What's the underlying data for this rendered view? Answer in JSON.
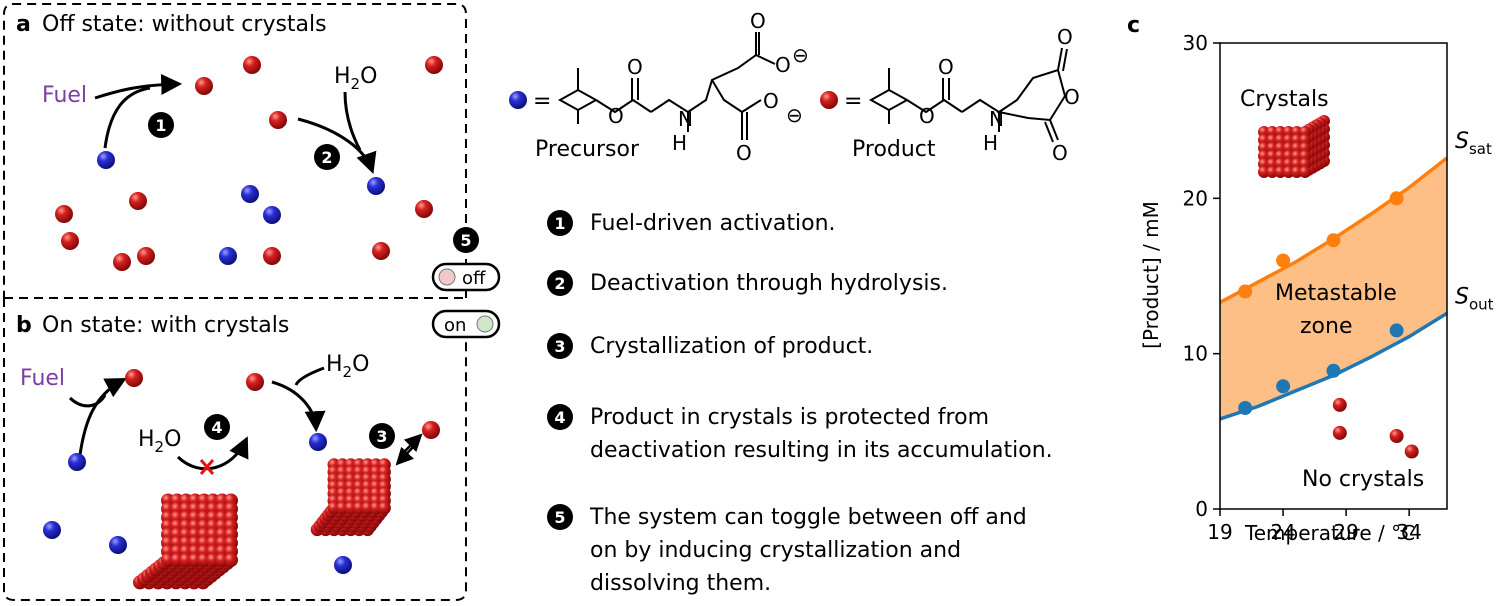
{
  "panel_a": {
    "letter": "a",
    "title": "Off state: without crystals",
    "fuel": "Fuel",
    "water": "H2O",
    "step1": "1",
    "step2": "2"
  },
  "panel_b": {
    "letter": "b",
    "title": "On state: with crystals",
    "fuel": "Fuel",
    "water1": "H2O",
    "water2": "H2O",
    "step3": "3",
    "step4": "4"
  },
  "toggle": {
    "step": "5",
    "off_label": "off",
    "on_label": "on"
  },
  "legend": {
    "equals": "=",
    "precursor": "Precursor",
    "product": "Product",
    "charge": "⊖",
    "atoms": {
      "O": "O",
      "N": "N",
      "H": "H"
    },
    "colors": {
      "precursor": "#2a2fbf",
      "product": "#c0161c"
    }
  },
  "steps": [
    {
      "num": "1",
      "lines": [
        "Fuel-driven activation."
      ]
    },
    {
      "num": "2",
      "lines": [
        "Deactivation through hydrolysis."
      ]
    },
    {
      "num": "3",
      "lines": [
        "Crystallization of product."
      ]
    },
    {
      "num": "4",
      "lines": [
        "Product in crystals is protected from",
        "deactivation resulting in its accumulation."
      ]
    },
    {
      "num": "5",
      "lines": [
        "The system can toggle between off and",
        "on by inducing crystallization and",
        "dissolving them."
      ]
    }
  ],
  "chart_data": {
    "type": "line",
    "panel_letter": "c",
    "xlabel": "Temperature / °C",
    "ylabel": "[Product] / mM",
    "xlim": [
      19,
      37
    ],
    "ylim": [
      0,
      30
    ],
    "x_ticks": [
      19,
      24,
      29,
      34
    ],
    "y_ticks": [
      0,
      10,
      20,
      30
    ],
    "series": [
      {
        "name": "S_sat",
        "label_main": "S",
        "label_sub": "sat",
        "color": "#ff7f0e",
        "points": [
          [
            21,
            14.0
          ],
          [
            24,
            16.0
          ],
          [
            28,
            17.3
          ],
          [
            33,
            20.0
          ]
        ],
        "fit": [
          [
            19,
            13.3
          ],
          [
            22,
            14.6
          ],
          [
            25,
            15.9
          ],
          [
            28,
            17.4
          ],
          [
            31,
            19.0
          ],
          [
            34,
            20.7
          ],
          [
            37,
            22.6
          ]
        ]
      },
      {
        "name": "S_out",
        "label_main": "S",
        "label_sub": "out",
        "color": "#1f77b4",
        "points": [
          [
            21,
            6.5
          ],
          [
            24,
            7.9
          ],
          [
            28,
            8.9
          ],
          [
            33,
            11.5
          ]
        ],
        "fit": [
          [
            19,
            5.8
          ],
          [
            22,
            6.6
          ],
          [
            25,
            7.6
          ],
          [
            28,
            8.6
          ],
          [
            31,
            9.8
          ],
          [
            34,
            11.1
          ],
          [
            37,
            12.6
          ]
        ]
      }
    ],
    "zone_color": "#fdbf86",
    "annotations": {
      "crystals": "Crystals",
      "metastable_1": "Metastable",
      "metastable_2": "zone",
      "no_crystals": "No crystals"
    },
    "scattered_product_points": [
      [
        28.5,
        6.7
      ],
      [
        28.5,
        4.9
      ],
      [
        33,
        4.7
      ],
      [
        34.2,
        3.7
      ]
    ]
  }
}
